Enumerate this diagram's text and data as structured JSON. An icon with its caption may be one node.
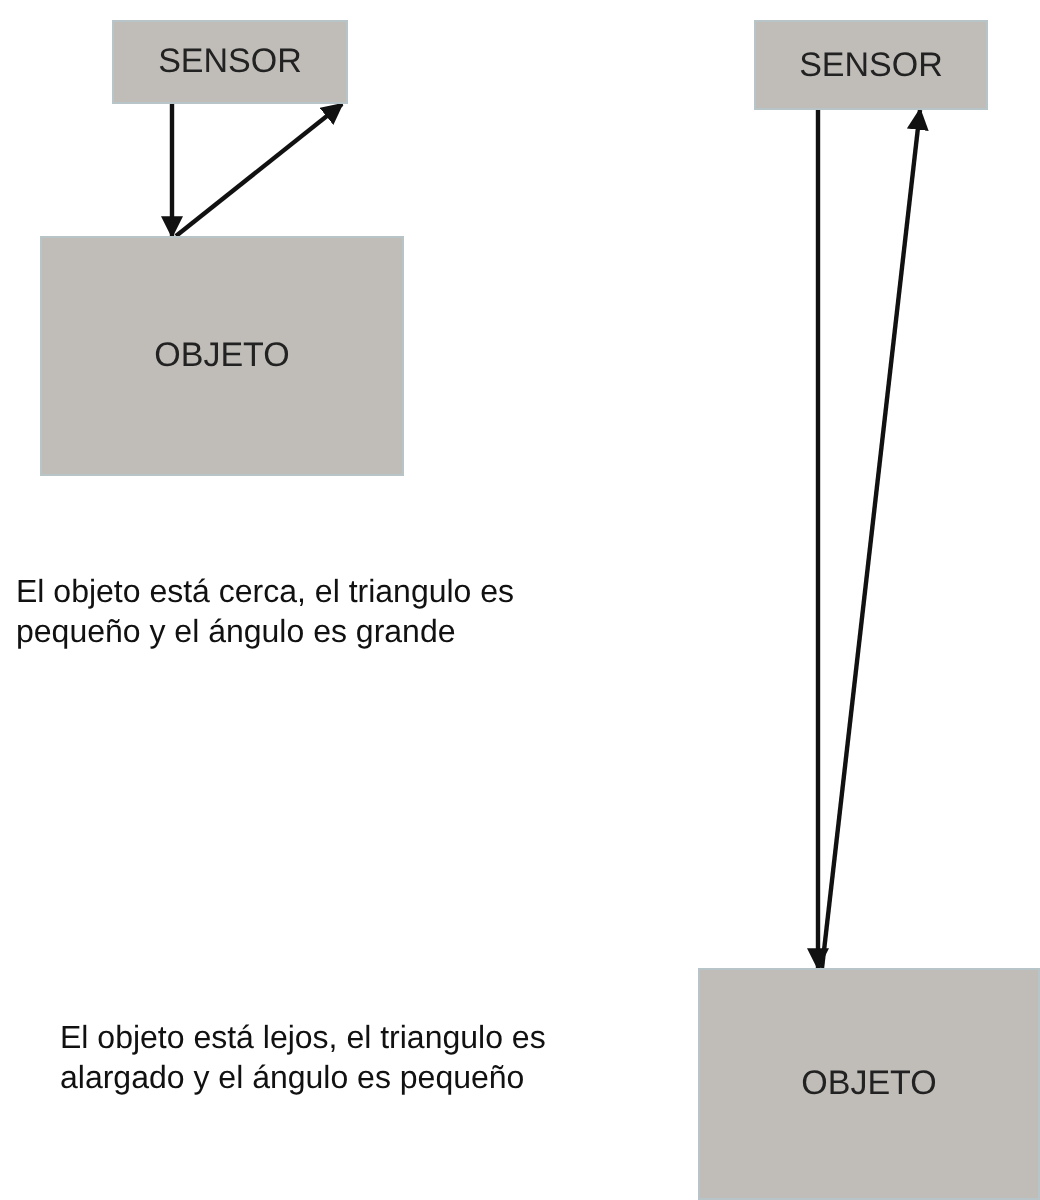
{
  "diagram": {
    "nodes": [
      {
        "text": [
          "SENSOR"
        ]
      },
      {
        "text": [
          "OBJETO"
        ]
      },
      {
        "text": [
          "SENSOR"
        ]
      },
      {
        "text": [
          "OBJETO"
        ]
      }
    ],
    "edges": [
      {
        "from": 0,
        "to": 1,
        "arrow": "to"
      },
      {
        "from": 1,
        "to": 0,
        "arrow": "to"
      },
      {
        "from": 2,
        "to": 3,
        "arrow": "to"
      },
      {
        "from": 3,
        "to": 2,
        "arrow": "to"
      }
    ],
    "labels": [
      "El objeto está cerca, el triangulo es pequeño y el ángulo es grande",
      "El objeto está lejos, el triangulo es alargado y el ángulo es pequeño"
    ]
  }
}
